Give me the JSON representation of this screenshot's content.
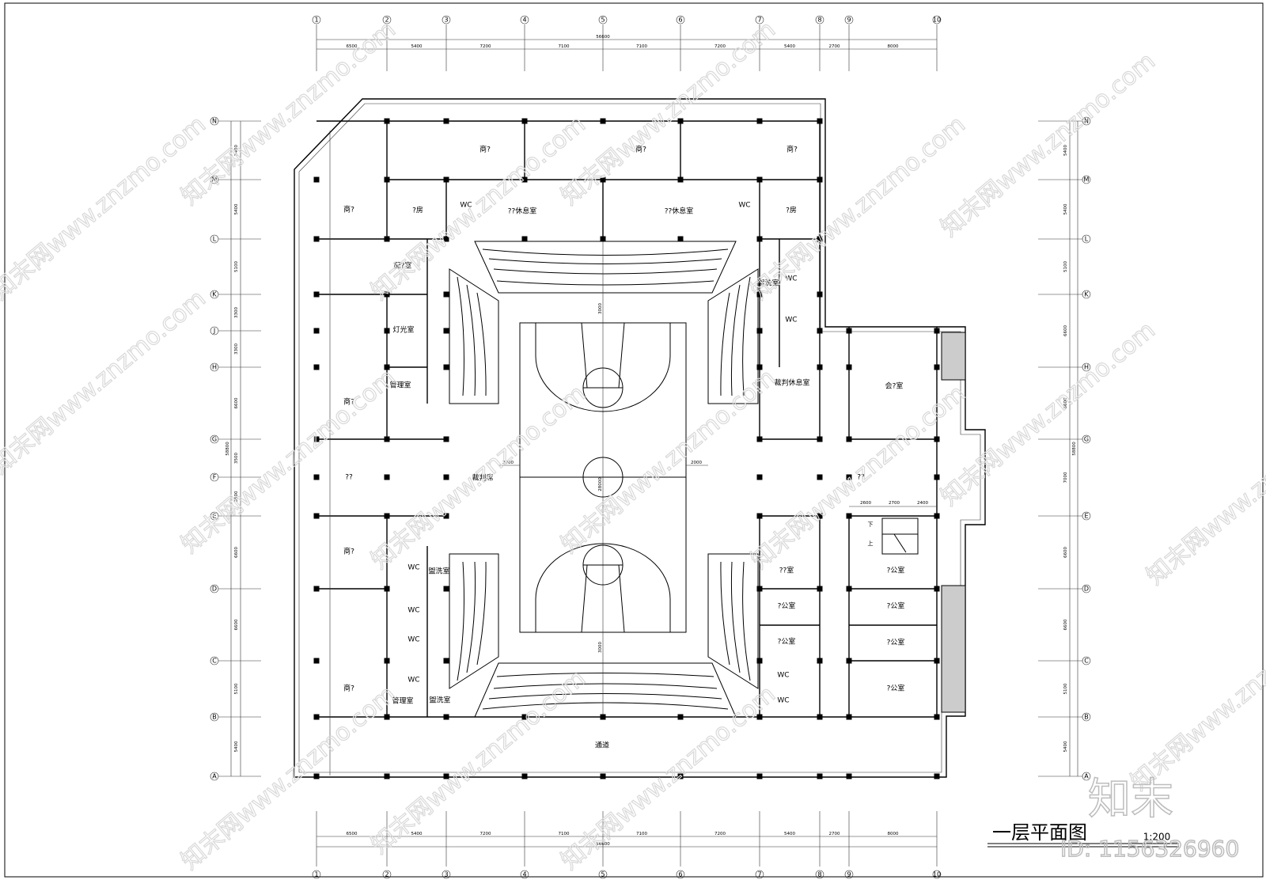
{
  "drawing": {
    "title": "一层平面图",
    "scale": "1:200",
    "column_axes": [
      "1",
      "2",
      "3",
      "4",
      "5",
      "6",
      "7",
      "8",
      "9",
      "10"
    ],
    "row_axes": [
      "N",
      "M",
      "L",
      "K",
      "J",
      "H",
      "G",
      "F",
      "E",
      "D",
      "C",
      "B",
      "A"
    ],
    "top_dims": [
      "6500",
      "5400",
      "7200",
      "7100",
      "7100",
      "7200",
      "5400",
      "2700",
      "8000"
    ],
    "top_total": "56600",
    "left_dims": [
      "5400",
      "5400",
      "5100",
      "3300",
      "3300",
      "6600",
      "3500",
      "3500",
      "6600",
      "6600",
      "5100",
      "5400"
    ],
    "left_total": "58800",
    "right_dims": [
      "5400",
      "5400",
      "5100",
      "6600",
      "6600",
      "7000",
      "6600",
      "6600",
      "5100",
      "5400"
    ],
    "right_total": "58800",
    "court_dims": {
      "end_top": "3000",
      "end_bottom": "3000",
      "side_left": "2000",
      "side_right": "2000",
      "length": "28000"
    },
    "stair_dims": [
      "2600",
      "2700",
      "2400"
    ],
    "stair_down": "下",
    "stair_up": "上"
  },
  "rooms": [
    "商?",
    "商?",
    "商?",
    "?房",
    "??休息室",
    "??休息室",
    "?房",
    "WC",
    "WC",
    "商?",
    "配?室",
    "灯光室",
    "管理室",
    "商?",
    "盥洗室",
    "WC",
    "WC",
    "裁判休息室",
    "会?室",
    "??",
    "裁判席",
    "??",
    "商?",
    "WC",
    "盥洗室",
    "WC",
    "WC",
    "WC",
    "管理室",
    "盥洗室",
    "商?",
    "??室",
    "?公室",
    "?公室",
    "?公室",
    "?公室",
    "?公室",
    "?公室",
    "WC",
    "WC",
    "通道"
  ],
  "watermark": {
    "text": "知末网www.znzmo.com",
    "logo": "知末",
    "id": "ID: 1156326960"
  }
}
